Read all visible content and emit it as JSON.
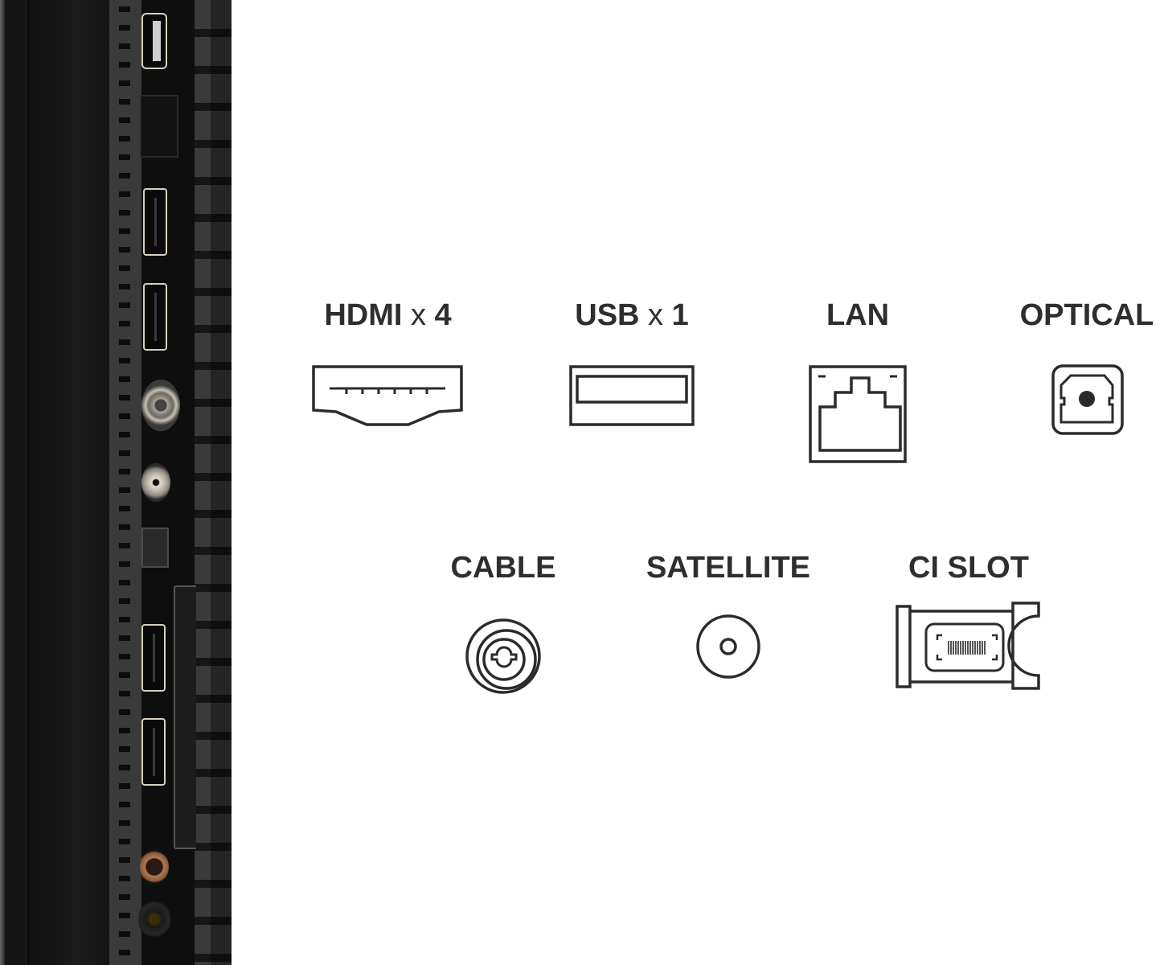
{
  "connectors": [
    {
      "id": "hdmi",
      "name": "HDMI",
      "multiplier": "x",
      "count": "4",
      "icon": "hdmi-port-icon"
    },
    {
      "id": "usb",
      "name": "USB",
      "multiplier": "x",
      "count": "1",
      "icon": "usb-port-icon"
    },
    {
      "id": "lan",
      "name": "LAN",
      "icon": "ethernet-port-icon"
    },
    {
      "id": "optical",
      "name": "OPTICAL",
      "icon": "optical-port-icon"
    },
    {
      "id": "cable",
      "name": "CABLE",
      "icon": "cable-coax-icon"
    },
    {
      "id": "satellite",
      "name": "SATELLITE",
      "icon": "satellite-f-connector-icon"
    },
    {
      "id": "ci_slot",
      "name": "CI SLOT",
      "icon": "ci-module-icon"
    }
  ],
  "colors": {
    "label": "#2e2e2e",
    "icon_stroke": "#2b2b2b",
    "background": "#ffffff",
    "tv_panel": "#1a1a1a",
    "port_trim": "#d8cfc0"
  }
}
